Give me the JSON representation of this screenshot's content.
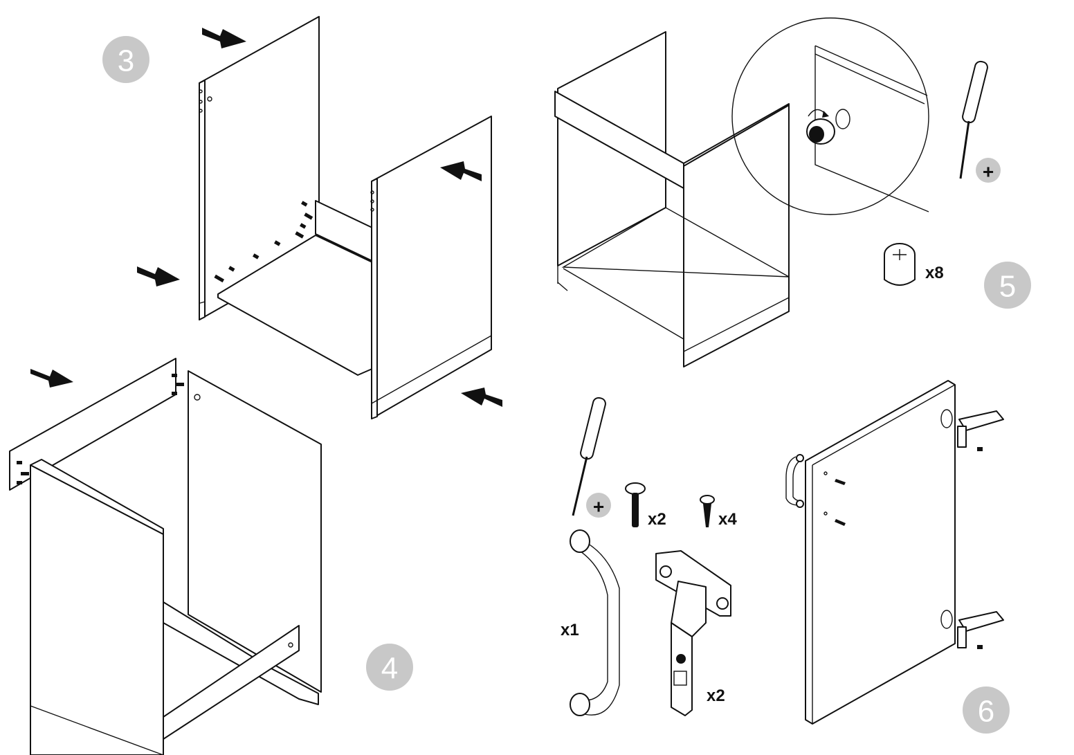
{
  "steps": {
    "s3": "3",
    "s4": "4",
    "s5": "5",
    "s6": "6"
  },
  "quantities": {
    "cam_lock": "x8",
    "bolt": "x2",
    "wood_screw": "x4",
    "handle": "x1",
    "hinge": "x2"
  },
  "colors": {
    "step_badge": "#c8c8c8",
    "line": "#111111",
    "arrow": "#111111"
  },
  "icons": [
    "arrow-icon",
    "screwdriver-icon",
    "plus-badge-icon",
    "cam-lock-icon",
    "bolt-icon",
    "screw-icon",
    "handle-icon",
    "hinge-icon"
  ]
}
